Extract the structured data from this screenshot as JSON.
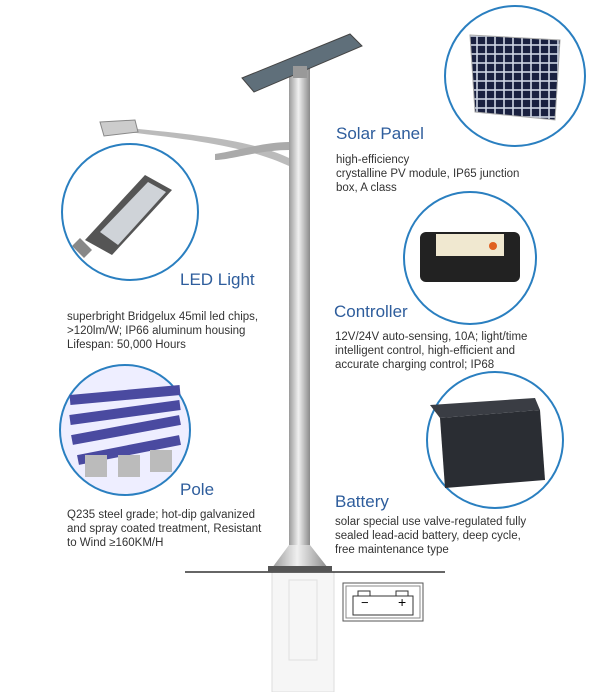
{
  "colors": {
    "accent": "#2a7fc0",
    "title": "#2e5d9c"
  },
  "components": [
    {
      "title": "Solar Panel",
      "desc": [
        "high-efficiency",
        "crystalline PV module, IP65 junction",
        "box, A class"
      ]
    },
    {
      "title": "LED Light",
      "desc": [
        "superbright Bridgelux 45mil led chips,",
        ">120lm/W; IP66 aluminum housing",
        "Lifespan: 50,000 Hours"
      ]
    },
    {
      "title": "Controller",
      "desc": [
        "12V/24V auto-sensing, 10A; light/time",
        "intelligent control, high-efficient and",
        "accurate charging control;  IP68"
      ]
    },
    {
      "title": "Pole",
      "desc": [
        "Q235 steel grade; hot-dip galvanized",
        "and spray coated treatment, Resistant",
        "to Wind ≥160KM/H"
      ]
    },
    {
      "title": "Battery",
      "desc": [
        "solar special use valve-regulated fully",
        "sealed lead-acid battery, deep cycle,",
        "free maintenance type"
      ]
    }
  ],
  "battery_symbol": {
    "minus": "−",
    "plus": "+"
  }
}
